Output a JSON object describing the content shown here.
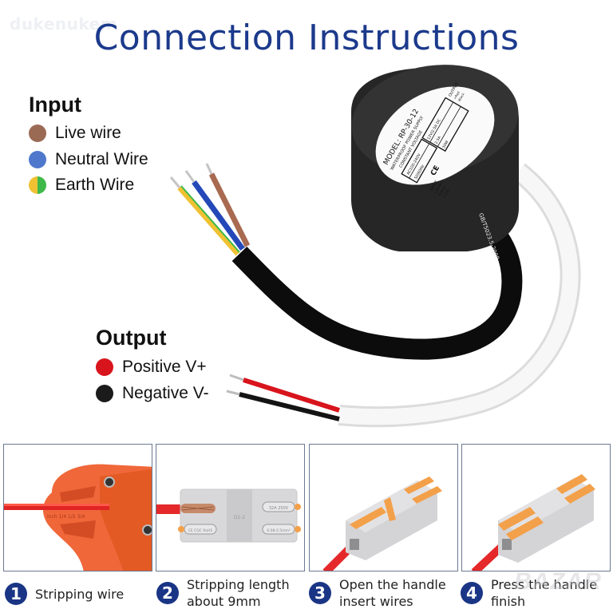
{
  "watermarks": {
    "top_left": "dukenukem",
    "bottom_right": "BAZAR"
  },
  "title": "Connection Instructions",
  "input": {
    "heading": "Input",
    "items": [
      {
        "label": "Live wire",
        "color": "#9b6a55"
      },
      {
        "label": "Neutral Wire",
        "color": "#4f78cc"
      },
      {
        "label": "Earth Wire",
        "color": "#f0c233",
        "color2": "#3fb94a"
      }
    ]
  },
  "output": {
    "heading": "Output",
    "items": [
      {
        "label": "Positive V+",
        "color": "#d8141c"
      },
      {
        "label": "Negative V-",
        "color": "#1b1b1b"
      }
    ]
  },
  "device_label": {
    "model": "MODEL: RP-30-12",
    "line1": "WATERPROOF POWER SUPPLY",
    "line2": "CONSTANT VOLTAGE",
    "input_tag": "INPUT",
    "input_voltage": "AC100-240V",
    "input_freq": "50|60Hz",
    "output_tag": "OUTPUT",
    "output_voltage": "12V|2.5A DC",
    "output_current": "2.5A",
    "output_power": "30W",
    "ce": "CE",
    "output_title": "OUTPUT",
    "output_pos": "+Red",
    "output_neg": "-Black",
    "input_title": "INPUT",
    "input_l": "L:Brown",
    "input_n": "N:Blue",
    "input_e": "⏚:Y/G"
  },
  "cable_print": "GB/T5023.5-2008",
  "connector_label": {
    "left": "CE CQC RoHS",
    "center": "D2-2",
    "right_top": "32A 250V",
    "right_bottom": "0.08-2.5mm²"
  },
  "stripper_scale": "inch 1/4  1/2  3/4",
  "colors": {
    "title": "#1c3a8c",
    "badge": "#1a3585",
    "panel_border": "#6b7a90",
    "tool_orange": "#f0673a",
    "lever_orange": "#f3a04a",
    "connector_gray": "#d4d4d6",
    "wire_red": "#e5282a"
  },
  "steps": [
    {
      "number": "1",
      "text": [
        "Stripping wire"
      ]
    },
    {
      "number": "2",
      "text": [
        "Stripping length",
        "about 9mm"
      ]
    },
    {
      "number": "3",
      "text": [
        "Open the handle",
        "insert wires"
      ]
    },
    {
      "number": "4",
      "text": [
        "Press the handle",
        "finish"
      ]
    }
  ]
}
